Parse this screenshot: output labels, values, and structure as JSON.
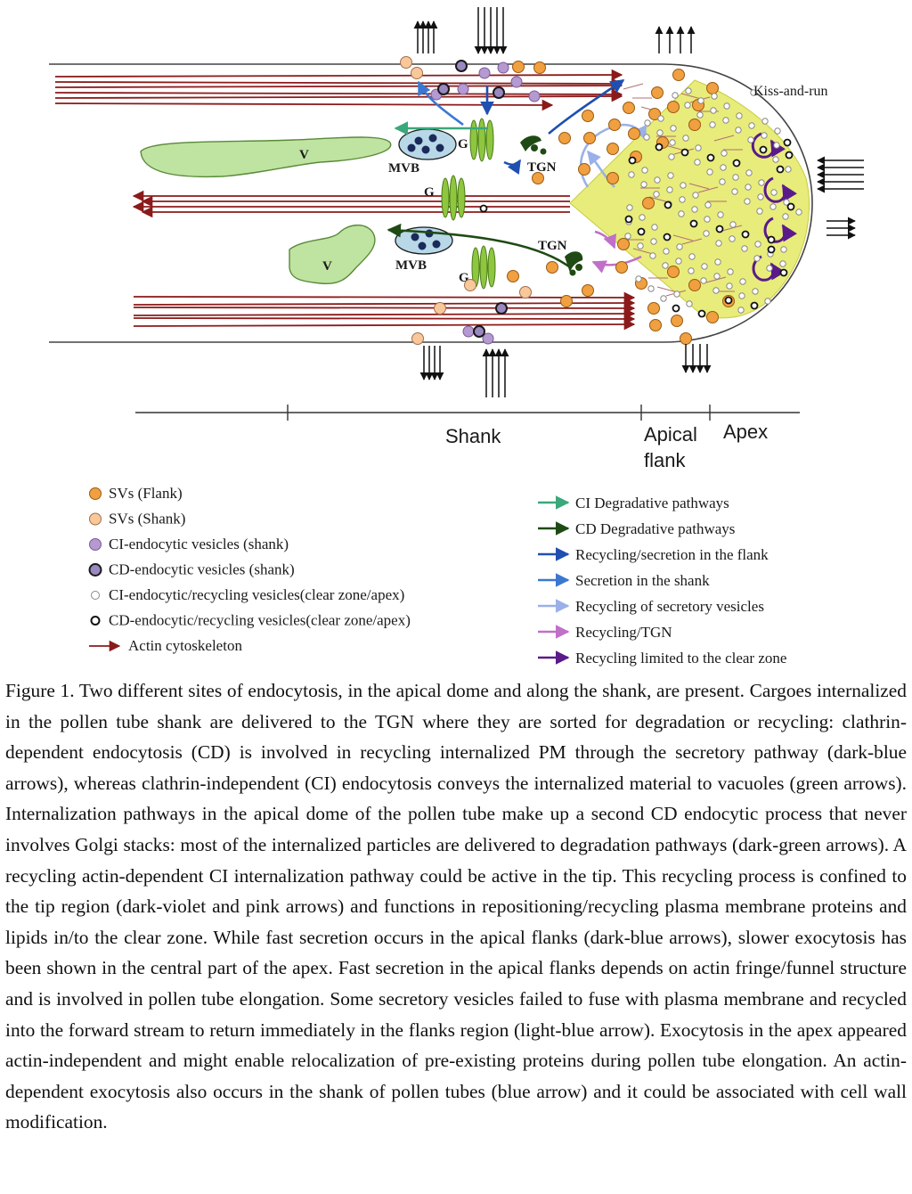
{
  "diagram": {
    "labels": {
      "kiss_and_run": "Kiss-and-run",
      "v_top": "V",
      "v_bottom": "V",
      "mvb_top": "MVB",
      "mvb_bottom": "MVB",
      "g_top": "G",
      "g_mid": "G",
      "g_bottom": "G",
      "tgn_top": "TGN",
      "tgn_bottom": "TGN"
    },
    "regions": {
      "shank": "Shank",
      "apical_flank_line1": "Apical",
      "apical_flank_line2": "flank",
      "apex": "Apex"
    },
    "legend_left": [
      {
        "label": "SVs (Flank)",
        "color": "#f0a040",
        "stroke": "#9a5a10"
      },
      {
        "label": "SVs (Shank)",
        "color": "#f8c89a",
        "stroke": "#a07050"
      },
      {
        "label": "CI-endocytic vesicles (shank)",
        "color": "#b49ad0",
        "stroke": "#7a5a9a"
      },
      {
        "label": "CD-endocytic vesicles (shank)",
        "color": "#9a88c0",
        "stroke": "#1a1a1a"
      },
      {
        "label": "CI-endocytic/recycling vesicles(clear zone/apex)",
        "color": "#ffffff",
        "stroke": "#888888"
      },
      {
        "label": "CD-endocytic/recycling vesicles(clear zone/apex)",
        "color": "#ffffff",
        "stroke": "#111111"
      },
      {
        "label": "Actin cytoskeleton",
        "color": "#8b1a1a",
        "stroke": "#8b1a1a"
      }
    ],
    "legend_right": [
      {
        "label": "CI Degradative pathways",
        "color": "#3aa87a"
      },
      {
        "label": "CD Degradative pathways",
        "color": "#1f4a14"
      },
      {
        "label": "Recycling/secretion in the flank",
        "color": "#1f4fb0"
      },
      {
        "label": "Secretion in the shank",
        "color": "#3a78d0"
      },
      {
        "label": "Recycling of secretory vesicles",
        "color": "#9ab0e8"
      },
      {
        "label": "Recycling/TGN",
        "color": "#c070c8"
      },
      {
        "label": "Recycling limited to the clear zone",
        "color": "#5a1a8a"
      }
    ]
  },
  "caption": "Figure 1. Two different sites of endocytosis, in the apical dome and along the shank, are present. Cargoes internalized in the pollen tube shank are delivered to the TGN where they are sorted for degradation or recycling: clathrin-dependent endocytosis (CD) is involved in recycling internalized PM through the secretory pathway (dark-blue arrows), whereas clathrin-independent (CI) endocytosis conveys the internalized material to vacuoles (green arrows). Internalization pathways in the apical dome of the pollen tube make up a second CD endocytic process that never involves Golgi stacks: most of the internalized particles are delivered to degradation pathways (dark-green arrows). A recycling actin-dependent CI internalization pathway could be active in the tip. This recycling process is confined to the tip region (dark-violet and pink arrows) and functions in repositioning/recycling plasma membrane proteins and lipids in/to the clear zone. While fast secretion occurs in the apical flanks (dark-blue arrows), slower exocytosis has been shown in the central part of the apex. Fast secretion in the apical flanks depends on actin fringe/funnel structure and is involved in pollen tube elongation. Some secretory vesicles failed to fuse with plasma membrane and recycled into the forward stream to return immediately in the flanks region (light-blue arrow). Exocytosis in the apex appeared actin-independent and might enable relocalization of pre-existing proteins during pollen tube elongation. An actin-dependent exocytosis also occurs in the shank of pollen tubes (blue arrow) and it could be associated with cell wall modification."
}
